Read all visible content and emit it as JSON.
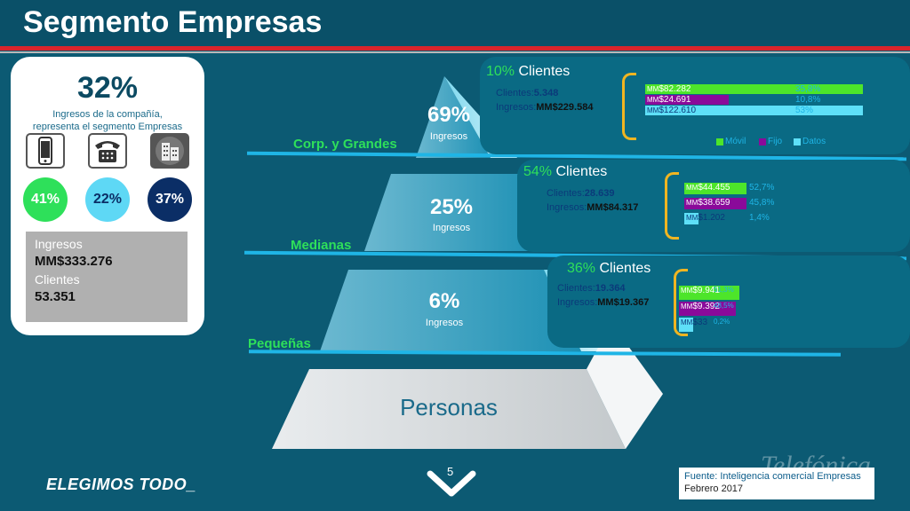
{
  "title": "Segmento Empresas",
  "summary": {
    "pct": "32%",
    "desc_line1": "Ingresos de la compañía,",
    "desc_line2": "representa el segmento Empresas",
    "channels": [
      {
        "icon": "mobile-phone-icon",
        "pct": "41%",
        "color": "#2ee05a"
      },
      {
        "icon": "landline-phone-icon",
        "pct": "22%",
        "color": "#5ed8f5"
      },
      {
        "icon": "building-icon",
        "pct": "37%",
        "color": "#0b2e66"
      }
    ],
    "ingresos_label": "Ingresos",
    "ingresos_value": "MM$333.276",
    "clientes_label": "Clientes",
    "clientes_value": "53.351"
  },
  "pyramid": {
    "tiers": [
      {
        "label": "Corp. y Grandes",
        "pct": "69%",
        "sub": "Ingresos"
      },
      {
        "label": "Medianas",
        "pct": "25%",
        "sub": "Ingresos"
      },
      {
        "label": "Pequeñas",
        "pct": "6%",
        "sub": "Ingresos"
      }
    ],
    "base_label": "Personas"
  },
  "panels": [
    {
      "title_pct": "10%",
      "title_rest": " Clientes",
      "clientes_label": "Clientes:",
      "clientes_value": "5.348",
      "ingresos_label": "Ingresos:",
      "ingresos_value": "MM$229.584",
      "bars": [
        {
          "prefix": "MM",
          "value": "$82.282",
          "pct": "35,8%",
          "fraction": 0.358,
          "color": "#4de52a"
        },
        {
          "prefix": "MM",
          "value": "$24.691",
          "pct": "10,8%",
          "fraction": 0.108,
          "color": "#8a0a9a"
        },
        {
          "prefix": "MM",
          "value": "$122.610",
          "pct": "53%",
          "fraction": 0.53,
          "color": "#5ee0f8"
        }
      ],
      "legend": [
        "Móvil",
        "Fijo",
        "Datos"
      ]
    },
    {
      "title_pct": "54%",
      "title_rest": " Clientes",
      "clientes_label": "Clientes:",
      "clientes_value": "28.639",
      "ingresos_label": "Ingresos:",
      "ingresos_value": "MM$84.317",
      "bars": [
        {
          "prefix": "MM",
          "value": "$44.455",
          "pct": "52,7%",
          "fraction": 0.527,
          "color": "#4de52a"
        },
        {
          "prefix": "MM",
          "value": "$38.659",
          "pct": "45,8%",
          "fraction": 0.458,
          "color": "#8a0a9a"
        },
        {
          "prefix": "MM",
          "value": "$1.202",
          "pct": "1,4%",
          "fraction": 0.014,
          "color": "#5ee0f8"
        }
      ]
    },
    {
      "title_pct": "36%",
      "title_rest": " Clientes",
      "clientes_label": "Clientes:",
      "clientes_value": "19.364",
      "ingresos_label": "Ingresos:",
      "ingresos_value": "MM$19.367",
      "bars": [
        {
          "prefix": "MM",
          "value": "$9.941",
          "pct": "51,3%",
          "fraction": 0.513,
          "color": "#4de52a"
        },
        {
          "prefix": "MM",
          "value": "$9.392",
          "pct": "48,5%",
          "fraction": 0.485,
          "color": "#8a0a9a"
        },
        {
          "prefix": "MM",
          "value": "$33",
          "pct": "0,2%",
          "fraction": 0.002,
          "color": "#5ee0f8"
        }
      ]
    }
  ],
  "footer": {
    "brand": "ELEGIMOS TODO_",
    "page": "5",
    "source": "Fuente: Inteligencia comercial Empresas",
    "date": "Febrero 2017",
    "logo_text": "Telefónica"
  }
}
